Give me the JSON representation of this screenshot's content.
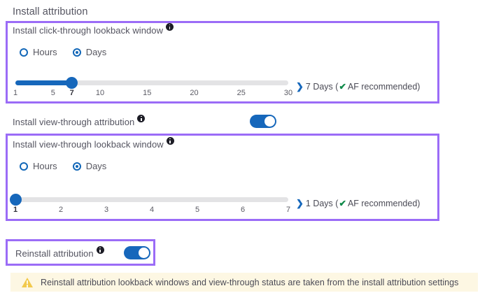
{
  "page": {
    "title": "Install attribution"
  },
  "colors": {
    "highlight_border": "#9b6cf7",
    "accent_blue": "#1667bb",
    "check_green": "#0f8a4a",
    "warn_background": "#fdf7e3",
    "warn_icon": "#f2c94c"
  },
  "click_through": {
    "label": "Install click-through lookback window",
    "info_icon": "info-icon",
    "units": [
      {
        "label": "Hours",
        "selected": false
      },
      {
        "label": "Days",
        "selected": true
      }
    ],
    "slider": {
      "value": 7,
      "min": 1,
      "max": 30,
      "ticks": [
        "1",
        "5",
        "7",
        "10",
        "15",
        "20",
        "25",
        "30"
      ],
      "tick_values": [
        1,
        5,
        7,
        10,
        15,
        20,
        25,
        30
      ],
      "current_tick": "7"
    },
    "readout": {
      "chevron": "❯",
      "value_text": "7 Days (",
      "check": "✔",
      "recommend_text": " AF recommended)"
    }
  },
  "view_through_attribution": {
    "label": "Install view-through attribution",
    "info_icon": "info-icon",
    "toggle_on": true
  },
  "view_through": {
    "label": "Install view-through lookback window",
    "info_icon": "info-icon",
    "units": [
      {
        "label": "Hours",
        "selected": false
      },
      {
        "label": "Days",
        "selected": true
      }
    ],
    "slider": {
      "value": 1,
      "min": 1,
      "max": 7,
      "ticks": [
        "1",
        "2",
        "3",
        "4",
        "5",
        "6",
        "7"
      ],
      "tick_values": [
        1,
        2,
        3,
        4,
        5,
        6,
        7
      ],
      "current_tick": "1"
    },
    "readout": {
      "chevron": "❯",
      "value_text": "1 Days (",
      "check": "✔",
      "recommend_text": " AF recommended)"
    }
  },
  "reinstall_attribution": {
    "label": "Reinstall attribution",
    "info_icon": "info-icon",
    "toggle_on": true
  },
  "warning": {
    "icon": "warning-triangle-icon",
    "text": "Reinstall attribution lookback windows and view-through status are taken from the install attribution settings"
  }
}
